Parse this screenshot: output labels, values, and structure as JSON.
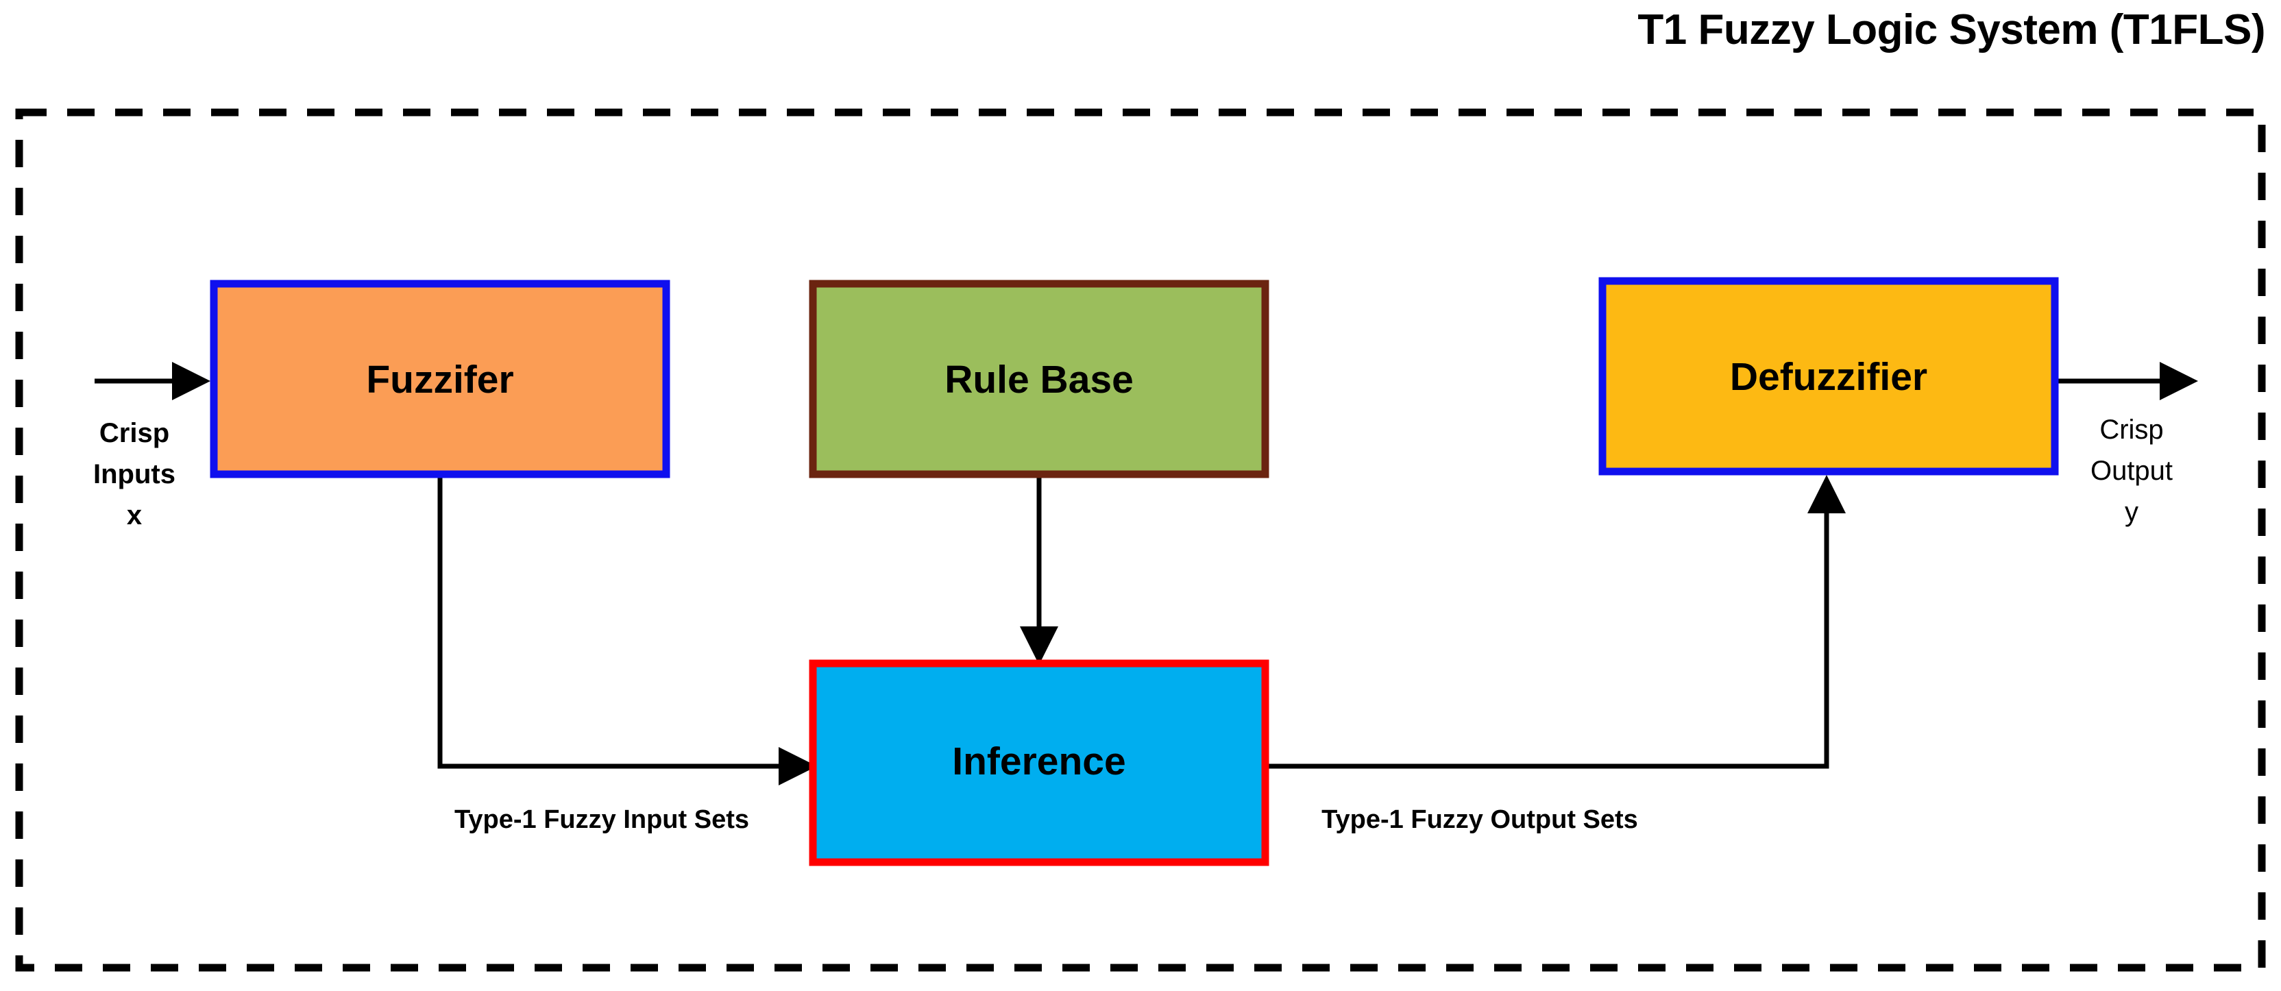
{
  "diagram": {
    "title": "T1 Fuzzy Logic System (T1FLS)",
    "frame": {
      "name": "system-boundary",
      "style": "dashed",
      "color": "#000000"
    },
    "blocks": [
      {
        "id": "fuzzifier",
        "label": "Fuzzifer",
        "fill": "#FB9D55",
        "stroke": "#1010EE"
      },
      {
        "id": "rule-base",
        "label": "Rule Base",
        "fill": "#9BBE5C",
        "stroke": "#6B2410"
      },
      {
        "id": "defuzzifier",
        "label": "Defuzzifier",
        "fill": "#FDB913",
        "stroke": "#1010EE"
      },
      {
        "id": "inference",
        "label": "Inference",
        "fill": "#00AEEF",
        "stroke": "#FF0000"
      }
    ],
    "io": {
      "input": {
        "line1": "Crisp",
        "line2": "Inputs",
        "line3": "x"
      },
      "output": {
        "line1": "Crisp",
        "line2": "Output",
        "line3": "y"
      }
    },
    "edge_labels": {
      "fuzzy_input_sets": "Type-1 Fuzzy Input Sets",
      "fuzzy_output_sets": "Type-1 Fuzzy Output Sets"
    }
  }
}
